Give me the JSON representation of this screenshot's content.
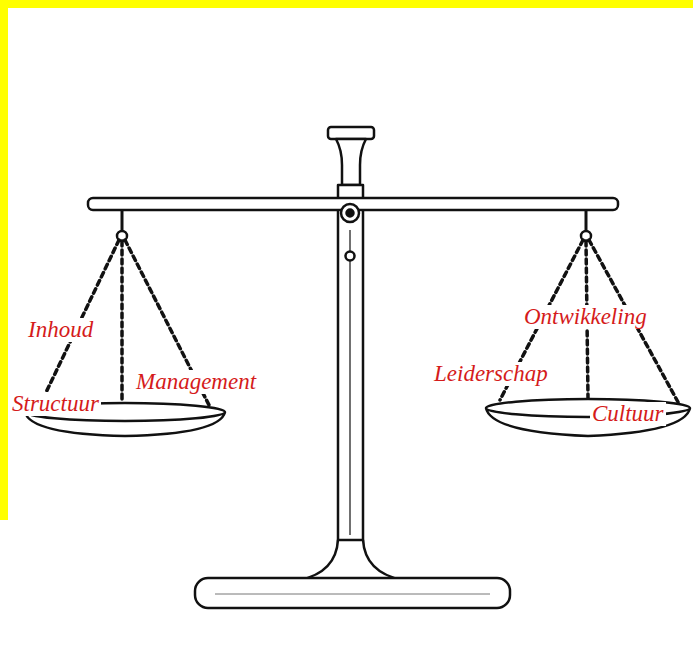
{
  "diagram": {
    "labels": [
      "Inhoud",
      "Management",
      "Structuur",
      "Ontwikkeling",
      "Leiderschap",
      "Cultuur"
    ]
  }
}
